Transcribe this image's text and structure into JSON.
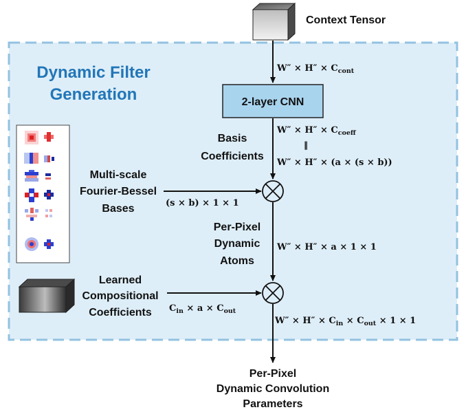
{
  "title_line1": "Dynamic Filter",
  "title_line2": "Generation",
  "nodes": {
    "context": "Context Tensor",
    "cnn": "2-layer CNN",
    "basis_coeff_1": "Basis",
    "basis_coeff_2": "Coefficients",
    "bases_1": "Multi-scale",
    "bases_2": "Fourier-Bessel",
    "bases_3": "Bases",
    "atoms_1": "Per-Pixel",
    "atoms_2": "Dynamic",
    "atoms_3": "Atoms",
    "learned_1": "Learned",
    "learned_2": "Compositional",
    "learned_3": "Coefficients",
    "output_1": "Per-Pixel",
    "output_2": "Dynamic Convolution",
    "output_3": "Parameters"
  },
  "shapes": {
    "context": {
      "base": "W″ × H″ × ",
      "sub": "cont"
    },
    "coeff": {
      "base": "W″ × H″ × ",
      "sub": "coeff"
    },
    "coeff_equiv": "W″ × H″ × (a × (s × b))",
    "bases": "(s × b) × 1 × 1",
    "atoms": "W″ × H″ × a × 1 × 1",
    "learned": {
      "pre": "C",
      "sub1": "in",
      "mid": " × a × C",
      "sub2": "out"
    },
    "final": {
      "pre": "W″ × H″ × C",
      "sub1": "in",
      "mid": " × C",
      "sub2": "out",
      "post": " × 1 × 1"
    }
  },
  "colors": {
    "panel_fill": "#deeef8",
    "panel_border": "#92c2e0",
    "cnn_fill": "#a9d4ee",
    "title": "#2276b8"
  }
}
